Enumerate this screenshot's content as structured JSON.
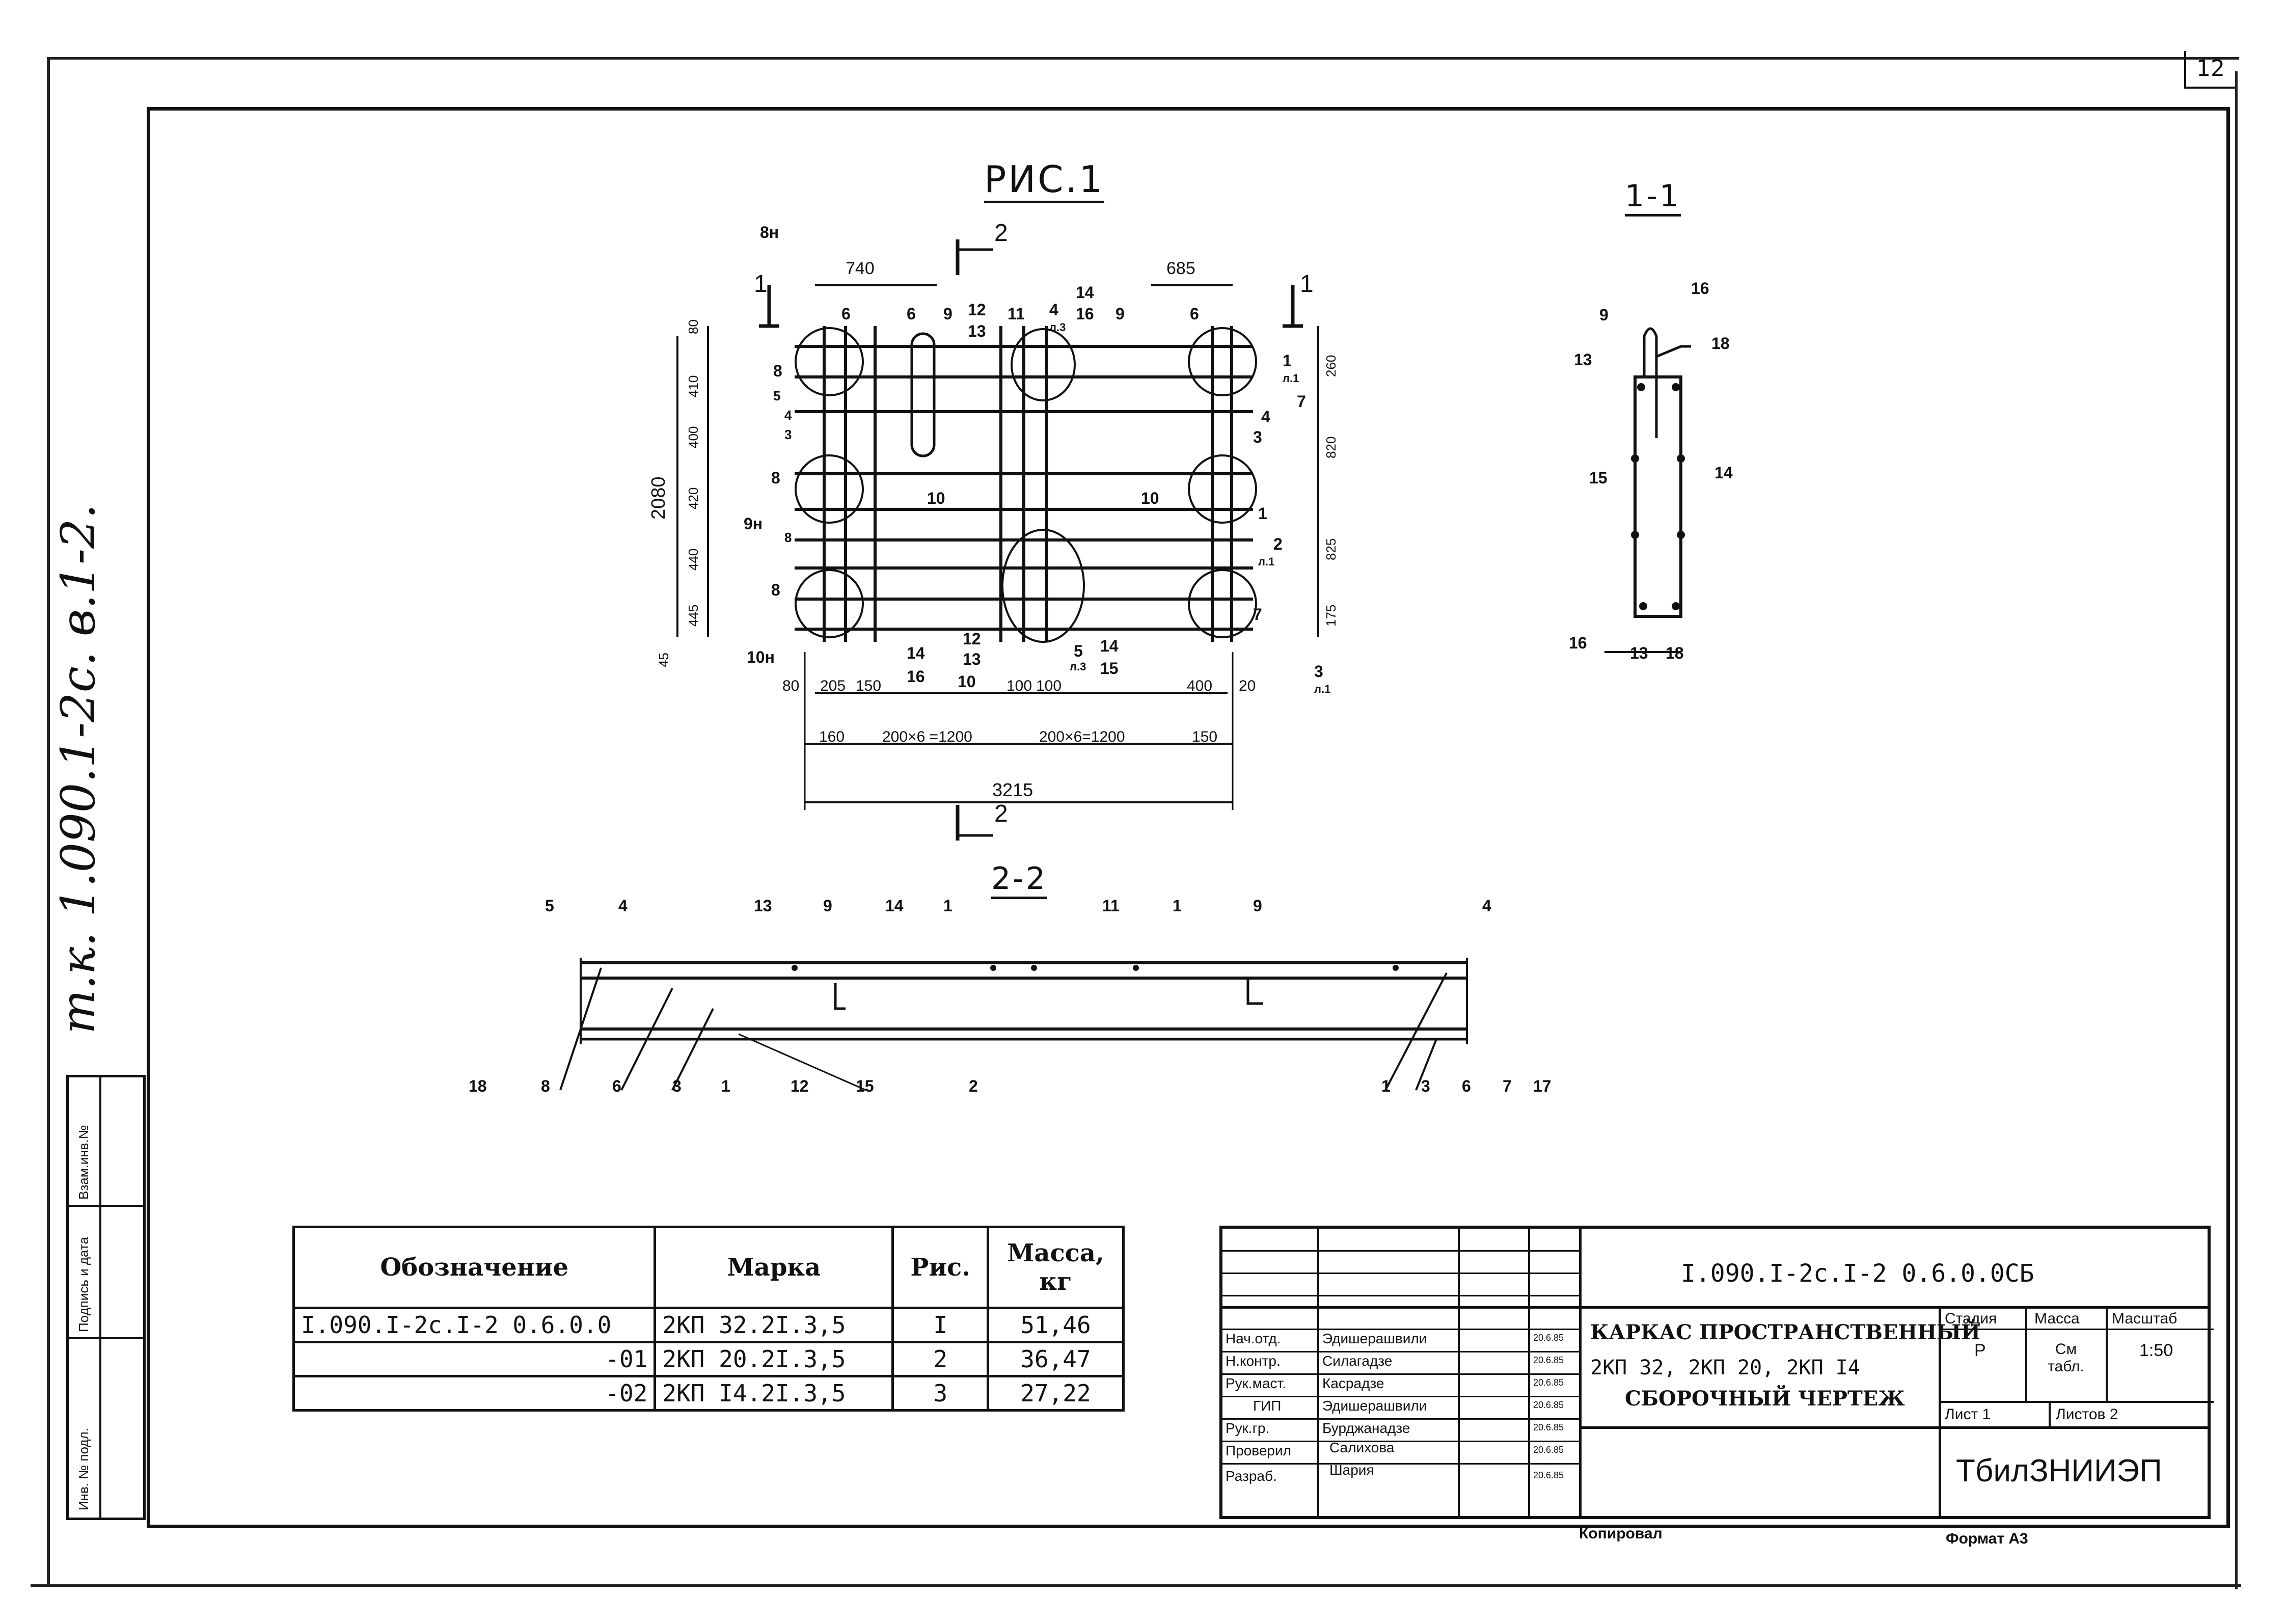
{
  "page_number": "12",
  "side_code": "т.к. 1.090.1-2с. в.1-2.",
  "side_stamp": {
    "inv_no": "Инв. № подл.",
    "sign_date": "Подпись и дата",
    "vzam": "Взам.инв.№"
  },
  "figures": {
    "fig1_title": "РИС.1",
    "section11_title": "1-1",
    "section22_title": "2-2"
  },
  "dims": {
    "d740": "740",
    "d685": "685",
    "d2080": "2080",
    "d3215": "3215",
    "d80": "80",
    "d410": "410",
    "d400": "400",
    "d420": "420",
    "d440": "440",
    "d445": "445",
    "d45": "45",
    "d260": "260",
    "d820": "820",
    "d825": "825",
    "d175": "175",
    "b80": "80",
    "b205": "205",
    "b150": "150",
    "b100a": "100",
    "b100b": "100",
    "b400": "400",
    "b20": "20",
    "c160": "160",
    "c200x6a": "200×6 =1200",
    "c200x6b": "200×6=1200",
    "c150": "150",
    "sec2top": "2",
    "sec2bot": "2",
    "sec1left": "1",
    "sec1right": "1"
  },
  "marks_fig1": [
    "8н",
    "6",
    "6",
    "9",
    "12",
    "13",
    "11",
    "4",
    "л.3",
    "14",
    "16",
    "9",
    "6",
    "1",
    "л.1",
    "7",
    "8",
    "5",
    "4",
    "3",
    "4",
    "3",
    "10",
    "8",
    "9н",
    "10",
    "1",
    "2",
    "л.1",
    "8",
    "8",
    "12",
    "13",
    "14",
    "16",
    "10",
    "5",
    "л.3",
    "14",
    "15",
    "7",
    "3",
    "л.1",
    "10н"
  ],
  "marks_11": [
    "9",
    "16",
    "13",
    "18",
    "15",
    "14",
    "16",
    "13",
    "18"
  ],
  "marks_22_top": [
    "5",
    "4",
    "13",
    "9",
    "14",
    "1",
    "11",
    "1",
    "9",
    "4"
  ],
  "marks_22_bot": [
    "18",
    "8",
    "6",
    "3",
    "1",
    "12",
    "15",
    "2",
    "1",
    "3",
    "6",
    "7",
    "17"
  ],
  "spec_table": {
    "headers": [
      "Обозначение",
      "Марка",
      "Рис.",
      "Масса, кг"
    ],
    "rows": [
      [
        "I.090.I-2c.I-2 0.6.0.0",
        "2КП 32.2I.3,5",
        "I",
        "51,46"
      ],
      [
        "-01",
        "2КП 20.2I.3,5",
        "2",
        "36,47"
      ],
      [
        "-02",
        "2КП I4.2I.3,5",
        "3",
        "27,22"
      ]
    ]
  },
  "title_block": {
    "code": "I.090.I-2c.I-2 0.6.0.0СБ",
    "title_line1": "КАРКАС ПРОСТРАНСТВЕННЫЙ",
    "title_line2": "2КП 32,  2КП 20,  2КП I4",
    "title_line3": "СБОРОЧНЫЙ  ЧЕРТЕЖ",
    "stage_h": "Стадия",
    "mass_h": "Масса",
    "scale_h": "Масштаб",
    "stage_v": "Р",
    "mass_v": "См табл.",
    "scale_v": "1:50",
    "sheet": "Лист  1",
    "sheets": "Листов  2",
    "org": "ТбилЗНИИЭП",
    "staff": [
      {
        "role": "Нач.отд.",
        "name": "Эдишерашвили",
        "date": "20.6.85"
      },
      {
        "role": "Н.контр.",
        "name": "Силагадзе",
        "date": "20.6.85"
      },
      {
        "role": "Рук.маст.",
        "name": "Касрадзе",
        "date": "20.6.85"
      },
      {
        "role": "ГИП",
        "name": "Эдишерашвили",
        "date": "20.6.85"
      },
      {
        "role": "Рук.гр.",
        "name": "Бурджанадзе",
        "date": "20.6.85"
      },
      {
        "role": "Проверил",
        "name": "Салихова",
        "date": "20.6.85"
      },
      {
        "role": "Разраб.",
        "name": "Шария",
        "date": "20.6.85"
      }
    ]
  },
  "footer": {
    "copied": "Копировал",
    "format": "Формат А3"
  }
}
